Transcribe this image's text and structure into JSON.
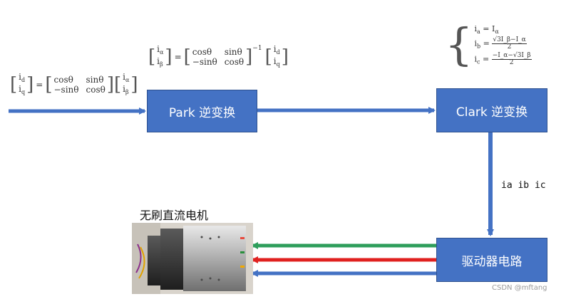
{
  "boxes": {
    "park": "Park 逆变换",
    "clark": "Clark 逆变换",
    "driver": "驱动器电路"
  },
  "labels": {
    "motor": "无刷直流电机",
    "currents": "ia ib ic",
    "watermark": "CSDN @mftang"
  },
  "equations": {
    "left": {
      "lhs": [
        "i",
        "d",
        "i",
        "q"
      ],
      "matrix": [
        "cosθ",
        "sinθ",
        "−sinθ",
        "cosθ"
      ],
      "rhs": [
        "i",
        "α",
        "i",
        "β"
      ]
    },
    "park": {
      "lhs": [
        "i",
        "α",
        "i",
        "β"
      ],
      "matrix": [
        "cosθ",
        "sinθ",
        "−sinθ",
        "cosθ"
      ],
      "exponent": "−1",
      "rhs": [
        "i",
        "d",
        "i",
        "q"
      ]
    },
    "clark": {
      "ia": "i",
      "ia_sub": "a",
      "ia_eq": "= I",
      "ia_eq_sub": "α",
      "ib": "i",
      "ib_sub": "b",
      "ib_num": "√3I_β−I_α",
      "ib_den": "2",
      "ic": "i",
      "ic_sub": "c",
      "ic_num": "−I_α−√3I_β",
      "ic_den": "2"
    }
  },
  "colors": {
    "box": "#4472c4",
    "arrow_blue": "#4472c4",
    "arrow_green": "#2e9e5b",
    "arrow_red": "#e0211f"
  }
}
